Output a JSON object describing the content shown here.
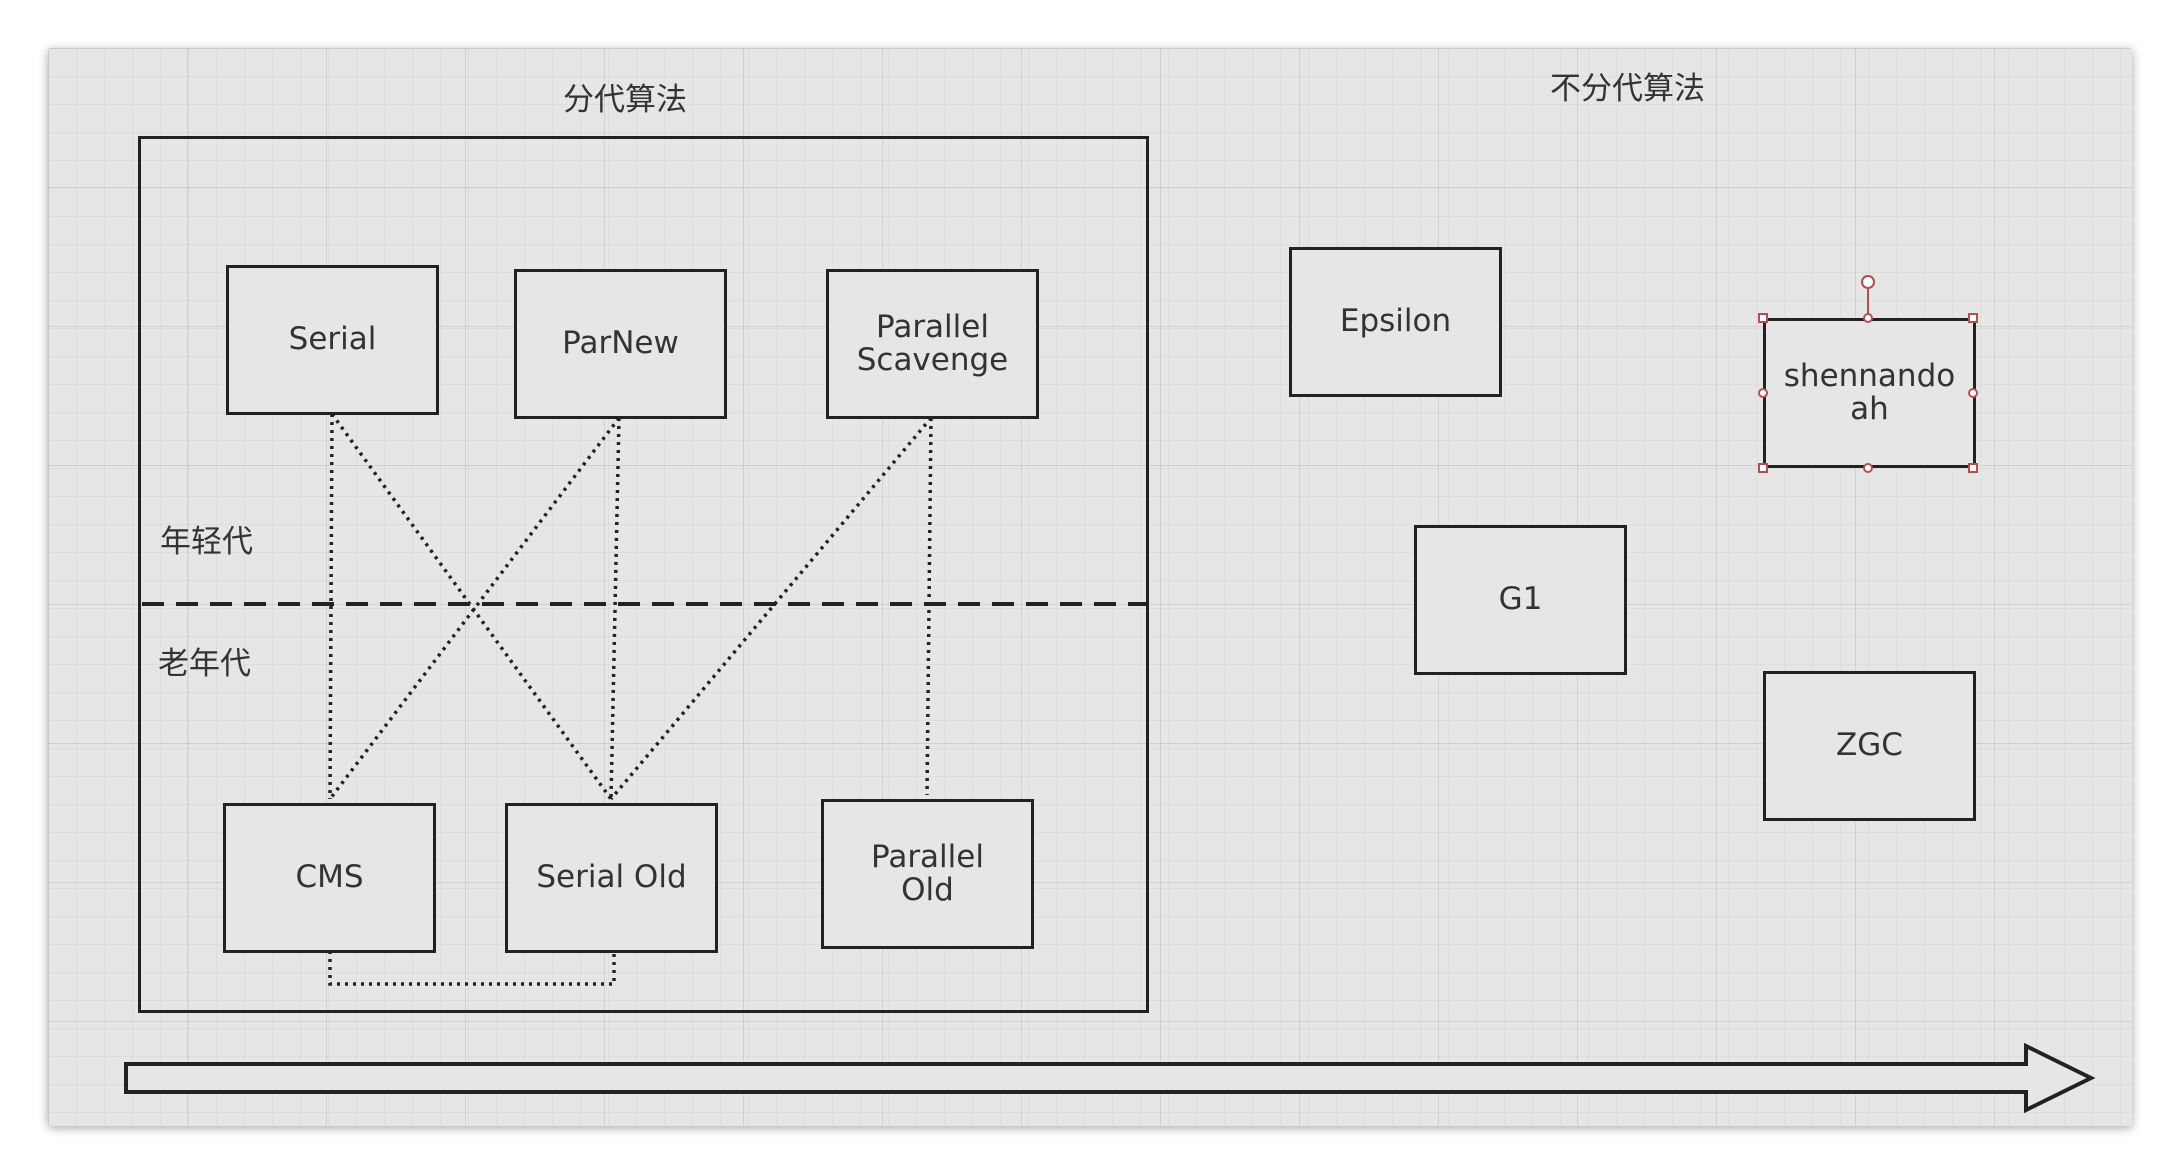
{
  "titles": {
    "generational": "分代算法",
    "non_generational": "不分代算法"
  },
  "regions": {
    "young": "年轻代",
    "old": "老年代"
  },
  "collectors": {
    "serial": "Serial",
    "parnew": "ParNew",
    "parallel_scavenge": "Parallel\nScavenge",
    "cms": "CMS",
    "serial_old": "Serial Old",
    "parallel_old": "Parallel\nOld",
    "epsilon": "Epsilon",
    "shenandoah": "shennando\nah",
    "g1": "G1",
    "zgc": "ZGC"
  },
  "combinations": [
    [
      "serial",
      "cms"
    ],
    [
      "serial",
      "serial_old"
    ],
    [
      "parnew",
      "cms"
    ],
    [
      "parnew",
      "serial_old"
    ],
    [
      "parallel_scavenge",
      "serial_old"
    ],
    [
      "parallel_scavenge",
      "parallel_old"
    ],
    [
      "cms",
      "serial_old"
    ]
  ],
  "selected_node": "shenandoah",
  "colors": {
    "line": "#222222",
    "selection": "#b05050"
  }
}
